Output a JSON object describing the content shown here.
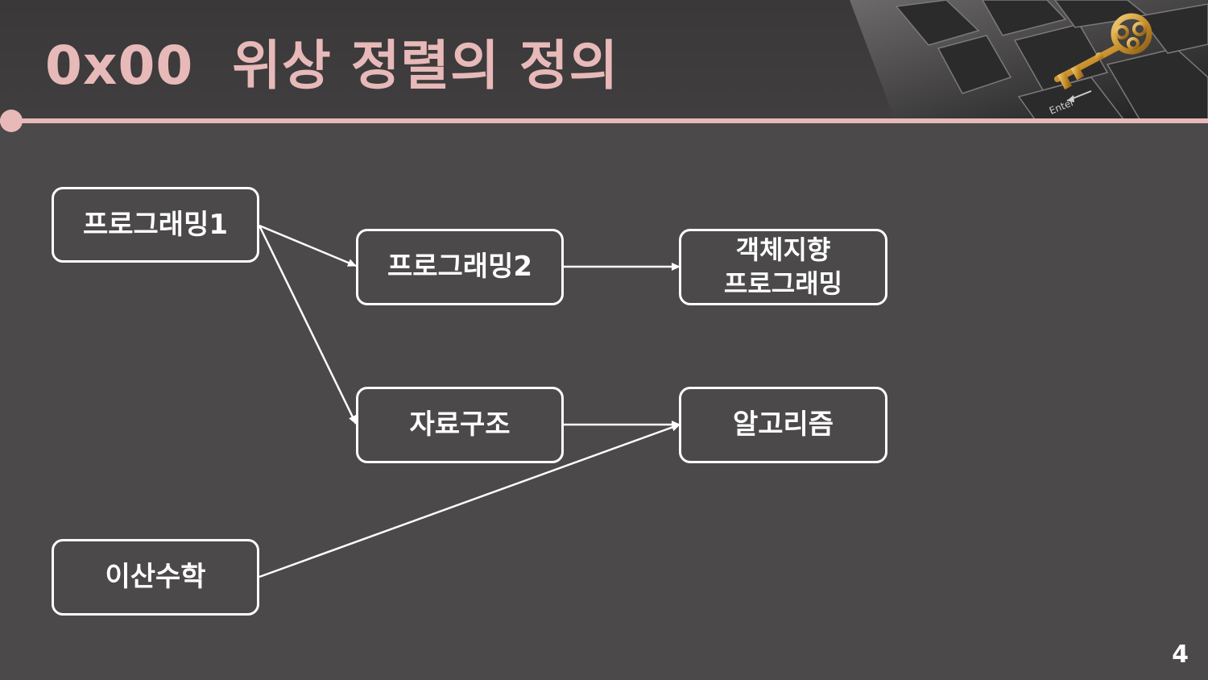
{
  "slide": {
    "title": "0x00  위상 정렬의 정의",
    "page_number": "4"
  },
  "header_image": {
    "description": "keyboard-with-golden-key",
    "key_label": "Enter"
  },
  "colors": {
    "background": "#4b494a",
    "header": "#3d3b3c",
    "accent": "#e8b9b9",
    "node_border": "#ffffff",
    "edge": "#ffffff"
  },
  "diagram": {
    "nodes": {
      "programming1": "프로그래밍1",
      "programming2": "프로그래밍2",
      "oop_line1": "객체지향",
      "oop_line2": "프로그래밍",
      "data_structures": "자료구조",
      "algorithms": "알고리즘",
      "discrete_math": "이산수학"
    },
    "edges": [
      {
        "from": "프로그래밍1",
        "to": "프로그래밍2"
      },
      {
        "from": "프로그래밍1",
        "to": "자료구조"
      },
      {
        "from": "프로그래밍2",
        "to": "객체지향 프로그래밍"
      },
      {
        "from": "자료구조",
        "to": "알고리즘"
      },
      {
        "from": "이산수학",
        "to": "알고리즘"
      }
    ]
  }
}
